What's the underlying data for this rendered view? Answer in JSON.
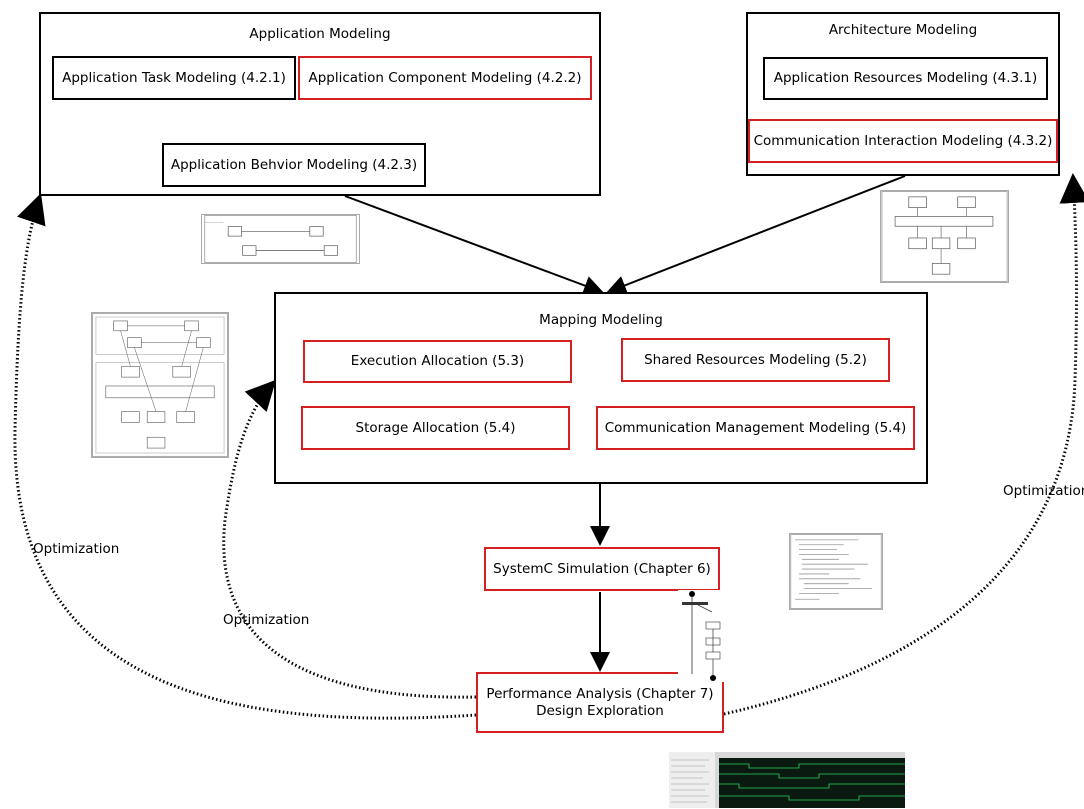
{
  "application_modeling": {
    "title": "Application Modeling",
    "task": "Application Task Modeling (4.2.1)",
    "component": "Application Component Modeling (4.2.2)",
    "behavior": "Application Behvior Modeling (4.2.3)"
  },
  "architecture_modeling": {
    "title": "Architecture Modeling",
    "resources": "Application Resources Modeling (4.3.1)",
    "communication": "Communication Interaction Modeling (4.3.2)"
  },
  "mapping_modeling": {
    "title": "Mapping Modeling",
    "execution": "Execution Allocation (5.3)",
    "shared": "Shared Resources Modeling (5.2)",
    "storage": "Storage Allocation (5.4)",
    "comm_mgmt": "Communication Management Modeling (5.4)"
  },
  "simulation": "SystemC Simulation (Chapter 6)",
  "performance": {
    "line1": "Performance Analysis (Chapter 7)",
    "line2": "Design Exploration"
  },
  "optimization_labels": {
    "left_outer": "Optimization",
    "left_inner": "Optimization",
    "right": "Optimization"
  },
  "colors": {
    "highlight_border": "#d42020",
    "border": "#000000"
  }
}
